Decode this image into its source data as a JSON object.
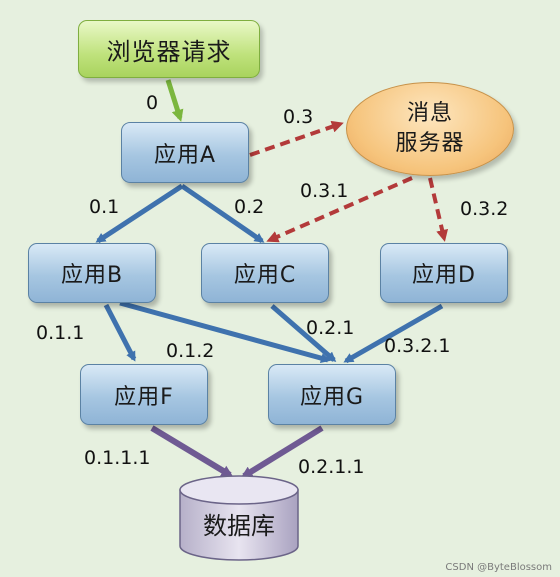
{
  "nodes": {
    "browser": "浏览器请求",
    "app_a": "应用A",
    "app_b": "应用B",
    "app_c": "应用C",
    "app_d": "应用D",
    "app_f": "应用F",
    "app_g": "应用G",
    "msg_line1": "消息",
    "msg_line2": "服务器",
    "database": "数据库"
  },
  "edges": {
    "browser_to_a": "0",
    "a_to_msg": "0.3",
    "a_to_b": "0.1",
    "a_to_c": "0.2",
    "msg_to_c": "0.3.1",
    "msg_to_d": "0.3.2",
    "b_to_f": "0.1.1",
    "b_to_g": "0.1.2",
    "c_to_g": "0.2.1",
    "d_to_g": "0.3.2.1",
    "f_to_db": "0.1.1.1",
    "g_to_db": "0.2.1.1"
  },
  "colors": {
    "blue_edge": "#3f72ae",
    "red_dashed_edge": "#b33a3a",
    "green_edge": "#7bb63e",
    "purple_edge": "#6f5a93"
  },
  "watermark": "CSDN @ByteBlossom"
}
